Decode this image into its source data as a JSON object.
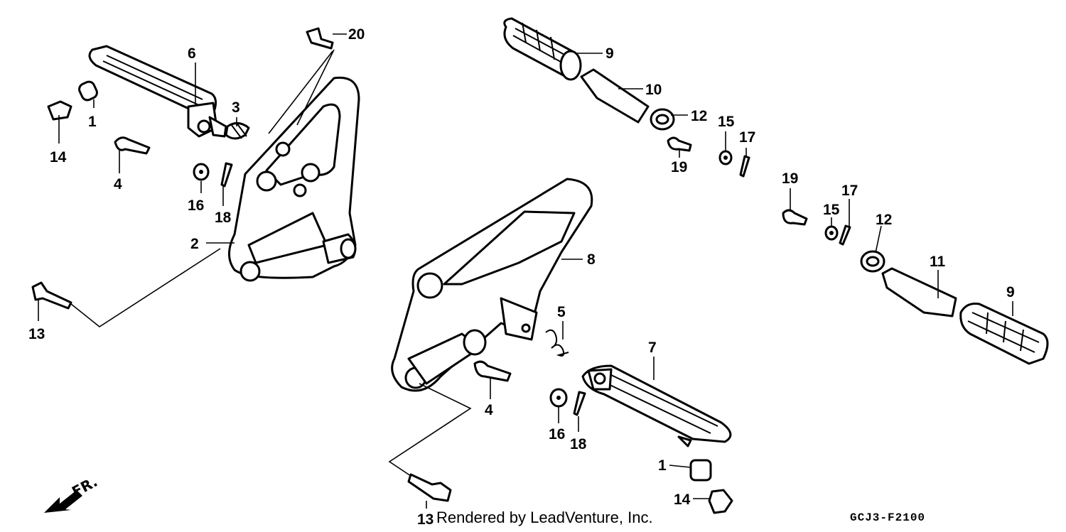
{
  "callouts": [
    {
      "id": "c6",
      "text": "6"
    },
    {
      "id": "c20",
      "text": "20"
    },
    {
      "id": "c1a",
      "text": "1"
    },
    {
      "id": "c14a",
      "text": "14"
    },
    {
      "id": "c3",
      "text": "3"
    },
    {
      "id": "c4a",
      "text": "4"
    },
    {
      "id": "c16a",
      "text": "16"
    },
    {
      "id": "c18a",
      "text": "18"
    },
    {
      "id": "c2",
      "text": "2"
    },
    {
      "id": "c13a",
      "text": "13"
    },
    {
      "id": "c9a",
      "text": "9"
    },
    {
      "id": "c10",
      "text": "10"
    },
    {
      "id": "c12a",
      "text": "12"
    },
    {
      "id": "c15a",
      "text": "15"
    },
    {
      "id": "c17a",
      "text": "17"
    },
    {
      "id": "c19a",
      "text": "19"
    },
    {
      "id": "c19b",
      "text": "19"
    },
    {
      "id": "c17b",
      "text": "17"
    },
    {
      "id": "c15b",
      "text": "15"
    },
    {
      "id": "c12b",
      "text": "12"
    },
    {
      "id": "c11",
      "text": "11"
    },
    {
      "id": "c9b",
      "text": "9"
    },
    {
      "id": "c8",
      "text": "8"
    },
    {
      "id": "c5",
      "text": "5"
    },
    {
      "id": "c7",
      "text": "7"
    },
    {
      "id": "c4b",
      "text": "4"
    },
    {
      "id": "c16b",
      "text": "16"
    },
    {
      "id": "c18b",
      "text": "18"
    },
    {
      "id": "c1b",
      "text": "1"
    },
    {
      "id": "c14b",
      "text": "14"
    },
    {
      "id": "c13b",
      "text": "13"
    }
  ],
  "direction_label": "FR.",
  "credit": "Rendered by LeadVenture, Inc.",
  "diagram_code": "GCJ3-F2100"
}
